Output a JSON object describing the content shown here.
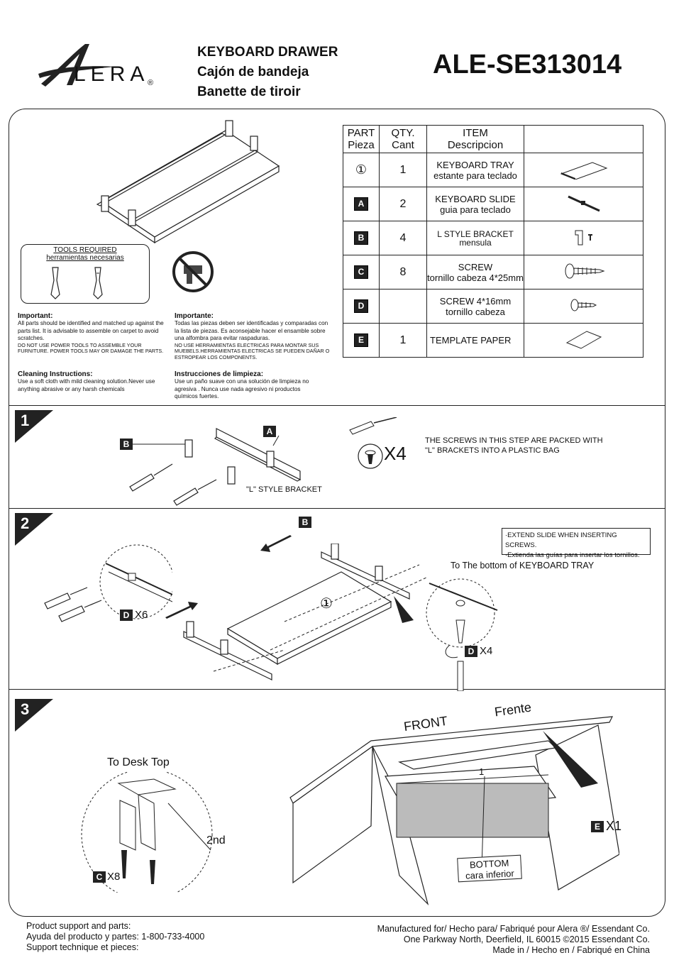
{
  "header": {
    "logo_text": "LERA",
    "logo_mark": "®",
    "title_en": "KEYBOARD DRAWER",
    "title_es": "Cajón de bandeja",
    "title_fr": "Banette de tiroir",
    "model": "ALE-SE313014"
  },
  "tools": {
    "title_en": "TOOLS  REQUIRED",
    "title_es": "herramientas necesarias"
  },
  "parts_table": {
    "headers": [
      {
        "l1": "PART",
        "l2": "Pieza"
      },
      {
        "l1": "QTY.",
        "l2": "Cant"
      },
      {
        "l1": "ITEM",
        "l2": "Descripcion"
      }
    ],
    "rows": [
      {
        "part": "①",
        "qty": "1",
        "item_l1": "KEYBOARD TRAY",
        "item_l2": "estante para teclado",
        "icon": "tray-icon"
      },
      {
        "part": "A",
        "qty": "2",
        "item_l1": "KEYBOARD SLIDE",
        "item_l2": "guia para teclado",
        "icon": "slide-icon"
      },
      {
        "part": "B",
        "qty": "4",
        "item_l1": "L  STYLE  BRACKET",
        "item_l2": "mensula",
        "icon": "bracket-icon"
      },
      {
        "part": "C",
        "qty": "8",
        "item_l1": "SCREW",
        "item_l2": "tornillo cabeza 4*25mm",
        "icon": "long-screw-icon"
      },
      {
        "part": "D",
        "qty": "",
        "item_l1": "SCREW 4*16mm",
        "item_l2": "tornillo cabeza",
        "icon": "short-screw-icon"
      },
      {
        "part": "E",
        "qty": "1",
        "item_l1": "TEMPLATE PAPER",
        "item_l2": "",
        "icon": "paper-icon"
      }
    ]
  },
  "notes": {
    "important_en_title": "Important:",
    "important_en": "All parts should be identified and matched up against the parts list. It  is advisable  to assemble on carpet to avoid  scratches.",
    "important_en_caps": "DO NOT USE POWER TOOLS TO ASSEMBLE YOUR FURNITURE.  POWER TOOLS MAY            OR DAMAGE THE PARTS.",
    "important_es_title": "Importante:",
    "important_es": "Todas las piezas deben ser identificadas y comparadas con la lista de piezas. Es aconsejable hacer el ensamble sobre una alfombra para evitar raspaduras.",
    "important_es_caps": "NO USE HERRAMIENTAS ELECTRICAS PARA MONTAR SUS MUEBELS.HERRAMIENTAS ELECTRICAS SE PUEDEN DAÑAR O ESTROPEAR LOS COMPONENTS.",
    "cleaning_en_title": "Cleaning Instructions:",
    "cleaning_en": "Use a soft cloth with mild cleaning solution.Never use anything abrasive or any harsh chemicals",
    "cleaning_es_title": "Instrucciones de limpieza:",
    "cleaning_es": "Use un paño suave con una solución de limpieza no agresiva .  Nunca use nada  agresivo  ni  productos químicos fuertes."
  },
  "step1": {
    "num": "1",
    "label_b": "B",
    "label_a": "A",
    "bracket_label": "\"L\" STYLE BRACKET",
    "count": "X4",
    "note_l1": "THE SCREWS IN THIS STEP ARE PACKED WITH",
    "note_l2": "\"L\" BRACKETS INTO A PLASTIC BAG"
  },
  "step2": {
    "num": "2",
    "label_b": "B",
    "label_d": "D",
    "count_left": "X6",
    "count_right": "X4",
    "tray_mark": "①",
    "extend_l1": "·EXTEND SLIDE WHEN INSERTING SCREWS.",
    "extend_l2": "·Extienda las guías para insertar los tornillos.",
    "bottom_note": "To  The bottom of  KEYBOARD TRAY"
  },
  "step3": {
    "num": "3",
    "desk_top": "To Desk Top",
    "second": "2nd",
    "label_c": "C",
    "count_c": "X8",
    "front_en": "FRONT",
    "front_es": "Frente",
    "label_e": "E",
    "count_e": "X1",
    "bottom_l1": "BOTTOM",
    "bottom_l2": "cara inferior",
    "mark_one": "1"
  },
  "footer": {
    "support_l1": "Product support and parts:",
    "support_l2": "Ayuda del producto y partes:  1-800-733-4000",
    "support_l3": "Support technique et pieces:",
    "mfr_l1": "Manufactured for/ Hecho para/ Fabriqué pour Alera ®/ Essendant Co.",
    "mfr_l2": "One Parkway North, Deerfield, IL 60015 ©2015 Essendant Co.",
    "mfr_l3": "Made in / Hecho en / Fabriqué en China"
  }
}
